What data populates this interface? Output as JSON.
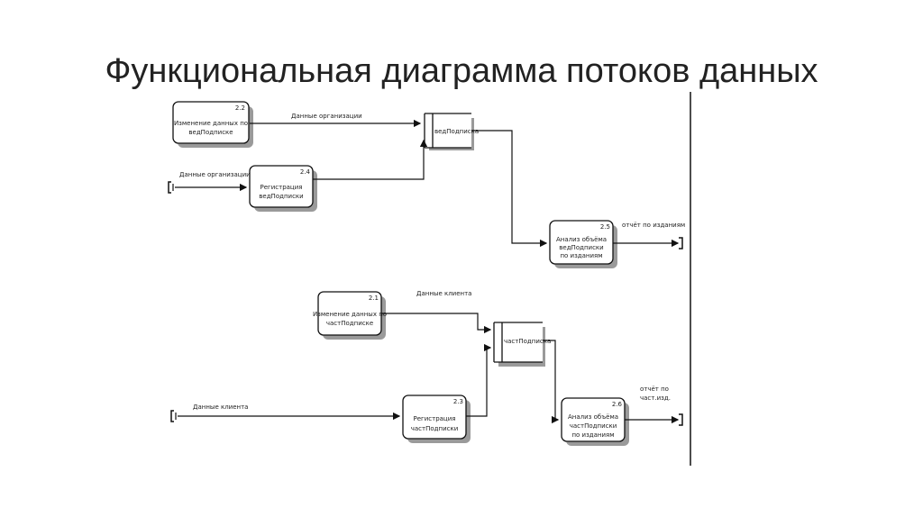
{
  "title": "Функциональная диаграмма потоков данных",
  "processes": {
    "p22": {
      "num": "2.2",
      "line1": "Изменение данных по",
      "line2": "ведПодписке"
    },
    "p24": {
      "num": "2.4",
      "line1": "Регистрация",
      "line2": "ведПодписки"
    },
    "p25": {
      "num": "2.5",
      "line1": "Анализ объёма",
      "line2": "ведПодписки",
      "line3": "по изданиям"
    },
    "p21": {
      "num": "2.1",
      "line1": "Изменение данных по",
      "line2": "частПодписке"
    },
    "p23": {
      "num": "2.3",
      "line1": "Регистрация",
      "line2": "частПодписки"
    },
    "p26": {
      "num": "2.6",
      "line1": "Анализ объёма",
      "line2": "частПодписки",
      "line3": "по изданиям"
    }
  },
  "stores": {
    "s1": {
      "label": "ведПодписка"
    },
    "s2": {
      "label": "частПодписка"
    }
  },
  "flows": {
    "f1": "Данные организации",
    "f2": "Данные организации",
    "f3": "отчёт по изданиям",
    "f4": "Данные клиента",
    "f5": "Данные клиента",
    "f6a": "отчёт по",
    "f6b": "част.изд."
  }
}
